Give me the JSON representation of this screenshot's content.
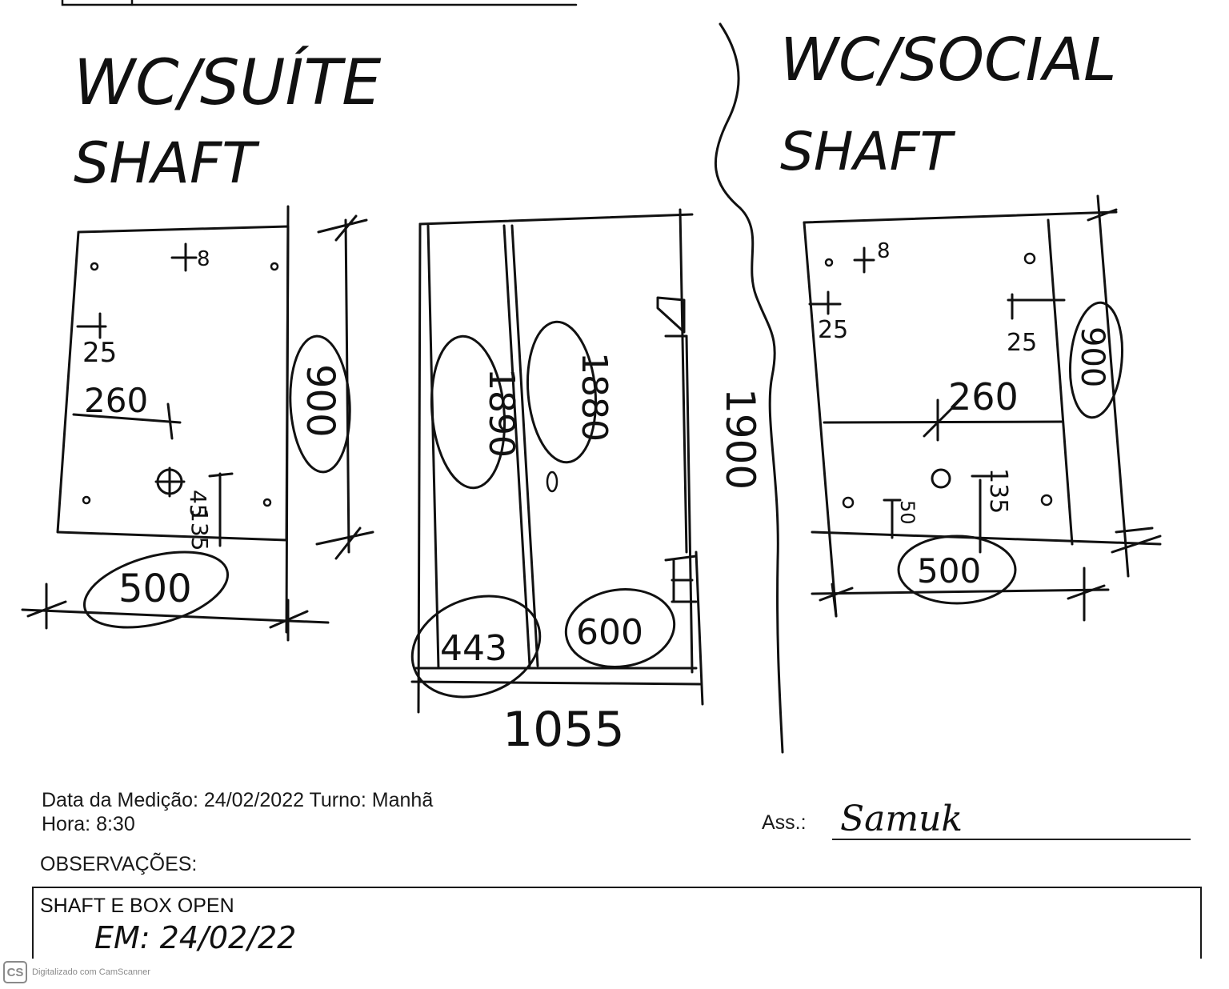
{
  "sketch": {
    "left_title": "WC/SUÍTE",
    "left_subtitle": "SHAFT",
    "right_title": "WC/SOCIAL",
    "right_subtitle": "SHAFT",
    "left_dims": {
      "d25": "25",
      "d260": "260",
      "d900": "900",
      "d500": "500",
      "d135": "135",
      "d45": "45",
      "d8": "8"
    },
    "center_dims": {
      "d1890a": "1890",
      "d1880": "1880",
      "d443": "443",
      "d600": "600",
      "d1055": "1055",
      "d1900": "1900"
    },
    "right_dims": {
      "d25a": "25",
      "d25b": "25",
      "d260": "260",
      "d900": "900",
      "d500": "500",
      "d135": "135",
      "d50": "50",
      "d8": "8"
    }
  },
  "form": {
    "date_line": "Data da Medição: 24/02/2022  Turno: Manhã",
    "hour_line": "Hora: 8:30",
    "observations_label": "OBSERVAÇÕES:",
    "signature_label": "Ass.:",
    "signature": "Samuk",
    "observation_text": "SHAFT E BOX OPEN",
    "observation_handwritten": "EM: 24/02/22"
  },
  "footer": {
    "logo_text": "CS",
    "scan_text": "Digitalizado com CamScanner"
  }
}
